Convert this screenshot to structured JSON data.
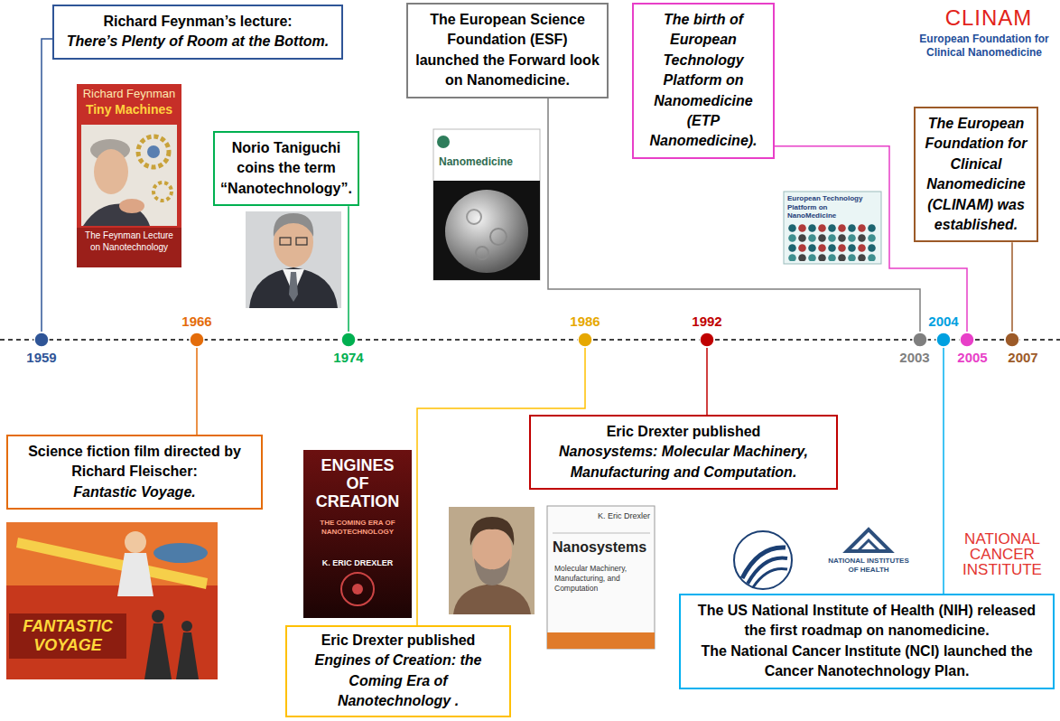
{
  "diagram": {
    "nodes": [
      {
        "text": [
          "Richard Feynman’s lecture:",
          "There’s Plenty of Room at the Bottom."
        ]
      },
      {
        "text": [
          "Norio Taniguchi coins the term “Nanotechnology”."
        ]
      },
      {
        "text": [
          "The European Science Foundation (ESF) launched the Forward look on Nanomedicine."
        ]
      },
      {
        "text": [
          "The birth of European Technology Platform on Nanomedicine (ETP Nanomedicine)."
        ]
      },
      {
        "text": [
          "The European Foundation for Clinical Nanomedicine (CLINAM) was established."
        ]
      },
      {
        "text": [
          "1959"
        ]
      },
      {
        "text": [
          "1966"
        ]
      },
      {
        "text": [
          "1974"
        ]
      },
      {
        "text": [
          "1986"
        ]
      },
      {
        "text": [
          "1992"
        ]
      },
      {
        "text": [
          "2003"
        ]
      },
      {
        "text": [
          "2004"
        ]
      },
      {
        "text": [
          "2005"
        ]
      },
      {
        "text": [
          "2007"
        ]
      },
      {
        "text": [
          "Science fiction film directed by Richard Fleischer:",
          "Fantastic Voyage."
        ]
      },
      {
        "text": [
          "Eric Drexter published",
          "Engines of Creation: the Coming Era of Nanotechnology ."
        ]
      },
      {
        "text": [
          "Eric Drexter published",
          "Nanosystems: Molecular Machinery, Manufacturing and Computation."
        ]
      },
      {
        "text": [
          "The US National Institute of Health (NIH) released the first roadmap on nanomedicine.",
          "The National Cancer Institute (NCI) launched the Cancer Nanotechnology Plan."
        ]
      }
    ],
    "edges": [
      {
        "from": 0,
        "to": 5,
        "arrow": "none"
      },
      {
        "from": 14,
        "to": 6,
        "arrow": "none"
      },
      {
        "from": 1,
        "to": 7,
        "arrow": "none"
      },
      {
        "from": 15,
        "to": 8,
        "arrow": "none"
      },
      {
        "from": 16,
        "to": 9,
        "arrow": "none"
      },
      {
        "from": 2,
        "to": 10,
        "arrow": "none"
      },
      {
        "from": 17,
        "to": 11,
        "arrow": "none"
      },
      {
        "from": 3,
        "to": 12,
        "arrow": "none"
      },
      {
        "from": 4,
        "to": 13,
        "arrow": "none"
      }
    ],
    "labels": [
      "CLINAM",
      "European Foundation for Clinical Nanomedicine",
      "Richard Feynman",
      "Tiny Machines",
      "The Feynman Lecture on Nanotechnology",
      "Nanomedicine",
      "European Technology Platform on NanoMedicine",
      "FANTASTIC VOYAGE",
      "ENGINES OF CREATION",
      "THE COMING ERA OF NANOTECHNOLOGY",
      "K. ERIC DREXLER",
      "K. Eric Drexler",
      "Nanosystems",
      "Molecular Machinery, Manufacturing, and Computation",
      "NATIONAL INSTITUTES OF HEALTH",
      "NATIONAL CANCER INSTITUTE"
    ]
  }
}
